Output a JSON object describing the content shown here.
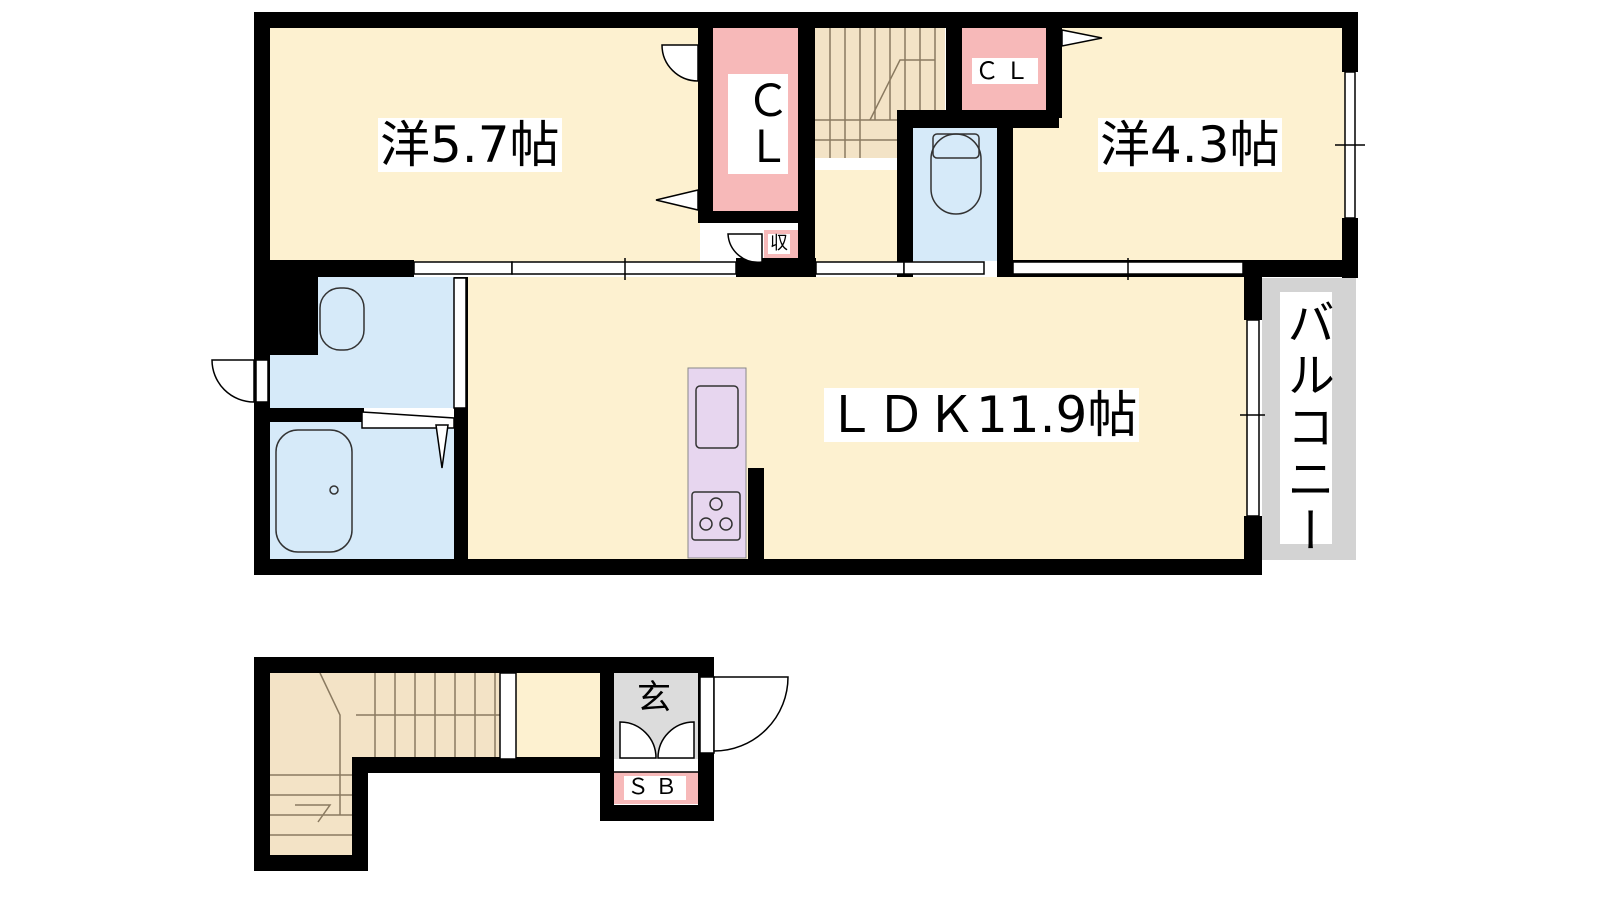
{
  "colors": {
    "wall": "#000000",
    "room": "#fdf1d0",
    "wet": "#d6eaf9",
    "closet": "#f7b9b9",
    "kitchen": "#e7d6ef",
    "balcony": "#d3d3d3",
    "entry": "#dcdcdc",
    "stair": "#f3e3c6"
  },
  "rooms": {
    "western_a": "洋5.7帖",
    "western_b": "洋4.3帖",
    "ldk": "ＬＤＫ11.9帖",
    "balcony": "バルコニー",
    "closet_a": "ＣＬ",
    "closet_b": "ＣＬ",
    "storage": "収",
    "entrance": "玄",
    "shoe_box": "ＳＢ"
  }
}
